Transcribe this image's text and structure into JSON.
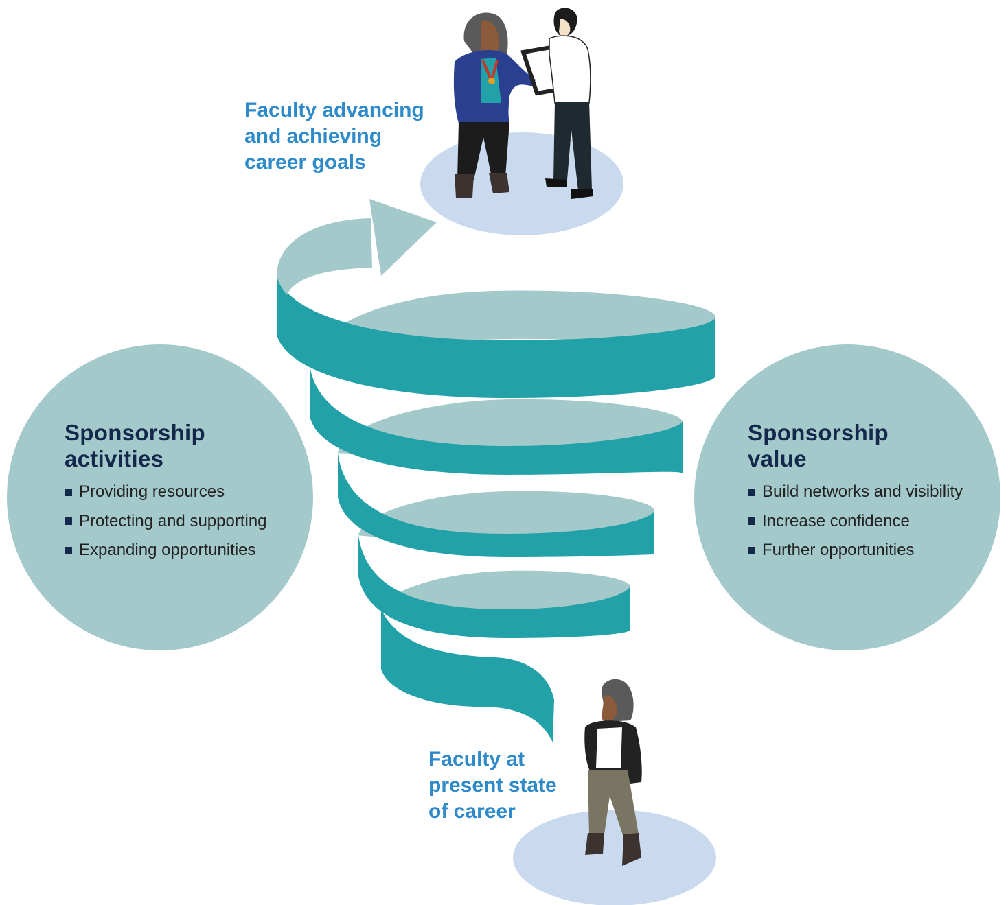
{
  "colors": {
    "circle_fill": "#a3c9ca",
    "spiral_front": "#23a1a8",
    "spiral_back": "#a3c9ca",
    "platform": "#c9d9ee",
    "heading_navy": "#14284b",
    "label_blue": "#2e8ac9",
    "body_text": "#222222"
  },
  "left_panel": {
    "title_line1": "Sponsorship",
    "title_line2": "activities",
    "items": [
      "Providing resources",
      "Protecting and supporting",
      "Expanding opportunities"
    ]
  },
  "right_panel": {
    "title_line1": "Sponsorship",
    "title_line2": "value",
    "items": [
      "Build networks and visibility",
      "Increase confidence",
      "Further opportunities"
    ]
  },
  "top_label": {
    "line1": "Faculty advancing",
    "line2": "and achieving",
    "line3": "career goals"
  },
  "bottom_label": {
    "line1": "Faculty at",
    "line2": "present state",
    "line3": "of career"
  },
  "icons": {
    "spiral": "upward-spiral-arrow-icon",
    "top_figures": "two-women-award-handshake-icon",
    "bottom_figure": "standing-woman-icon"
  }
}
